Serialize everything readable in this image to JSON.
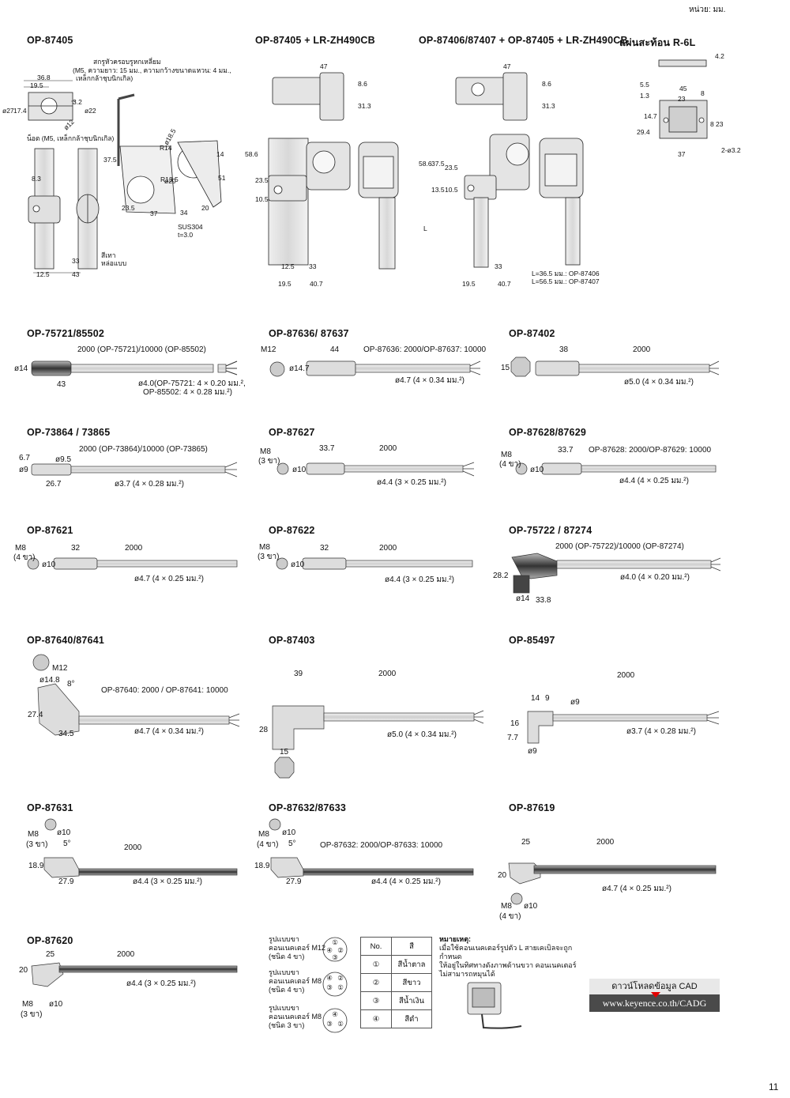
{
  "unit": "หน่วย: มม.",
  "page_number": "11",
  "headings": {
    "h1": "OP-87405",
    "h2": "OP-87405 + LR-ZH490CB",
    "h3": "OP-87406/87407 + OP-87405 + LR-ZH490CB",
    "h4": "แผ่นสะท้อน R-6L",
    "c1": "OP-75721/85502",
    "c2": "OP-87636/ 87637",
    "c3": "OP-87402",
    "c4": "OP-73864 / 73865",
    "c5": "OP-87627",
    "c6": "OP-87628/87629",
    "c7": "OP-87621",
    "c8": "OP-87622",
    "c9": "OP-75722 / 87274",
    "c10": "OP-87640/87641",
    "c11": "OP-87403",
    "c12": "OP-85497",
    "c13": "OP-87631",
    "c14": "OP-87632/87633",
    "c15": "OP-87619",
    "c16": "OP-87620"
  },
  "bracket_notes": {
    "screw1": "สกรูหัวครอบรูหกเหลี่ยม",
    "screw2": "(M5, ความยาว: 15 มม., ความกว้างขนาดแหวน: 4 มม.,",
    "screw3": "เหล็กกล้าชุบนิกเกิล)",
    "nut1": "น็อต (M5, เหล็กกล้าชุบนิกเกิล)",
    "material1": "SUS304",
    "material2": "t=3.0",
    "silver1": "สีเทา",
    "silver2": "หล่อแบบ",
    "lnote1": "L=36.5 มม.: OP-87406",
    "lnote2": "L=56.5 มม.: OP-87407"
  },
  "cables": {
    "c1": {
      "len": "2000 (OP-75721)/10000 (OP-85502)",
      "d": "ø14",
      "l": "43",
      "spec1": "ø4.0(OP-75721: 4 × 0.20 มม.²,",
      "spec2": "OP-85502: 4 × 0.28 มม.²)"
    },
    "c2": {
      "conn": "M12",
      "len": "OP-87636: 2000/OP-87637: 10000",
      "l": "44",
      "d": "ø14.7",
      "spec": "ø4.7 (4 × 0.34 มม.²)"
    },
    "c3": {
      "l": "38",
      "len": "2000",
      "d": "15",
      "spec": "ø5.0 (4 × 0.34 มม.²)"
    },
    "c4": {
      "len": "2000 (OP-73864)/10000 (OP-73865)",
      "a": "6.7",
      "b": "ø9.5",
      "d": "ø9",
      "l": "26.7",
      "spec": "ø3.7 (4 × 0.28 มม.²)"
    },
    "c5": {
      "conn": "M8",
      "pins": "(3 ขา)",
      "l": "33.7",
      "len": "2000",
      "d": "ø10",
      "spec": "ø4.4 (3 × 0.25 มม.²)"
    },
    "c6": {
      "conn": "M8",
      "pins": "(4 ขา)",
      "l": "33.7",
      "len": "OP-87628: 2000/OP-87629: 10000",
      "d": "ø10",
      "spec": "ø4.4 (4 × 0.25 มม.²)"
    },
    "c7": {
      "conn": "M8",
      "pins": "(4 ขา)",
      "l": "32",
      "len": "2000",
      "d": "ø10",
      "spec": "ø4.7 (4 × 0.25 มม.²)"
    },
    "c8": {
      "conn": "M8",
      "pins": "(3 ขา)",
      "l": "32",
      "len": "2000",
      "d": "ø10",
      "spec": "ø4.4 (3 × 0.25 มม.²)"
    },
    "c9": {
      "len": "2000 (OP-75722)/10000 (OP-87274)",
      "h": "28.2",
      "d": "ø14",
      "l": "33.8",
      "spec": "ø4.0 (4 × 0.20 มม.²)"
    },
    "c10": {
      "conn": "M12",
      "d": "ø14.8",
      "ang": "8°",
      "len": "OP-87640: 2000 / OP-87641: 10000",
      "h": "27.4",
      "l": "34.5",
      "spec": "ø4.7 (4 × 0.34 มม.²)"
    },
    "c11": {
      "l": "39",
      "len": "2000",
      "h": "28",
      "w": "15",
      "spec": "ø5.0 (4 × 0.34 มม.²)"
    },
    "c12": {
      "len": "2000",
      "a": "14",
      "b": "9",
      "c": "ø9",
      "h": "16",
      "e": "7.7",
      "f": "ø9",
      "spec": "ø3.7 (4 × 0.28 มม.²)"
    },
    "c13": {
      "conn": "M8",
      "pins": "(3 ขา)",
      "d": "ø10",
      "ang": "5°",
      "len": "2000",
      "h": "18.9",
      "l": "27.9",
      "spec": "ø4.4 (3 × 0.25 มม.²)"
    },
    "c14": {
      "conn": "M8",
      "pins": "(4 ขา)",
      "d": "ø10",
      "ang": "5°",
      "len": "OP-87632: 2000/OP-87633: 10000",
      "h": "18.9",
      "l": "27.9",
      "spec": "ø4.4 (4 × 0.25 มม.²)"
    },
    "c15": {
      "l": "25",
      "len": "2000",
      "h": "20",
      "conn": "M8",
      "pins": "(4 ขา)",
      "d": "ø10",
      "spec": "ø4.7 (4 × 0.25 มม.²)"
    },
    "c16": {
      "l": "25",
      "len": "2000",
      "h": "20",
      "conn": "M8",
      "pins": "(3 ขา)",
      "d": "ø10",
      "spec": "ø4.4 (3 × 0.25 มม.²)"
    }
  },
  "pin_types": {
    "t1a": "รูปแบบขา",
    "t1b": "คอนเนคเตอร์ M12",
    "t1c": "(ชนิด 4 ขา)",
    "t2a": "รูปแบบขา",
    "t2b": "คอนเนคเตอร์ M8",
    "t2c": "(ชนิด 4 ขา)",
    "t3a": "รูปแบบขา",
    "t3b": "คอนเนคเตอร์ M8",
    "t3c": "(ชนิด 3 ขา)"
  },
  "wire_table": {
    "headers": [
      "No.",
      "สี"
    ],
    "rows": [
      [
        "①",
        "สีน้ำตาล"
      ],
      [
        "②",
        "สีขาว"
      ],
      [
        "③",
        "สีน้ำเงิน"
      ],
      [
        "④",
        "สีดำ"
      ]
    ]
  },
  "note": {
    "title": "หมายเหตุ:",
    "line1": "เมื่อใช้คอนเนคเตอร์รูปตัว L สายเคเบิลจะถูกกำหนด",
    "line2": "ให้อยู่ในทิศทางดังภาพด้านขวา คอนเนคเตอร์",
    "line3": "ไม่สามารถหมุนได้"
  },
  "cad": {
    "label": "ดาวน์โหลดข้อมูล CAD",
    "url": "www.keyence.co.th/CADG"
  }
}
